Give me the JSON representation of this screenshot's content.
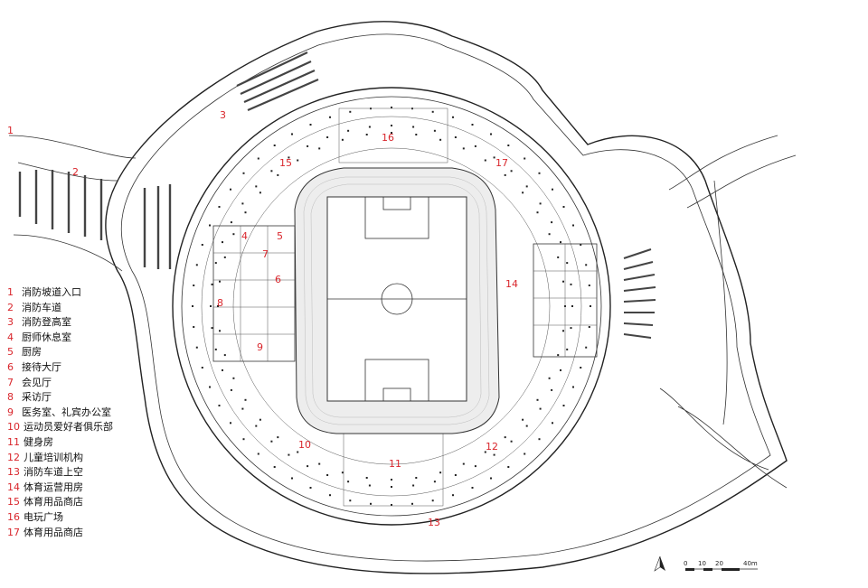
{
  "legend": [
    {
      "num": "1",
      "label": "消防坡道入口"
    },
    {
      "num": "2",
      "label": "消防车道"
    },
    {
      "num": "3",
      "label": "消防登高室"
    },
    {
      "num": "4",
      "label": "厨师休息室"
    },
    {
      "num": "5",
      "label": "厨房"
    },
    {
      "num": "6",
      "label": "接待大厅"
    },
    {
      "num": "7",
      "label": "会见厅"
    },
    {
      "num": "8",
      "label": "采访厅"
    },
    {
      "num": "9",
      "label": "医务室、礼宾办公室"
    },
    {
      "num": "10",
      "label": "运动员爱好者俱乐部"
    },
    {
      "num": "11",
      "label": "健身房"
    },
    {
      "num": "12",
      "label": "儿童培训机构"
    },
    {
      "num": "13",
      "label": "消防车道上空"
    },
    {
      "num": "14",
      "label": "体育运营用房"
    },
    {
      "num": "15",
      "label": "体育用品商店"
    },
    {
      "num": "16",
      "label": "电玩广场"
    },
    {
      "num": "17",
      "label": "体育用品商店"
    }
  ],
  "callouts": [
    "1",
    "2",
    "3",
    "4",
    "5",
    "6",
    "7",
    "8",
    "9",
    "10",
    "11",
    "12",
    "13",
    "14",
    "15",
    "16",
    "17"
  ],
  "scale_bar": {
    "ticks": [
      "0",
      "10",
      "20",
      "40m"
    ]
  },
  "colors": {
    "callout": "#d9262c",
    "line": "#333333",
    "background": "#ffffff"
  }
}
